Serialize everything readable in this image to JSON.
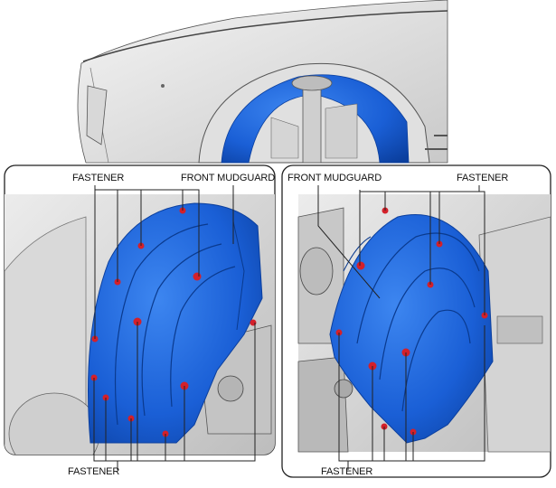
{
  "labels": {
    "left_fastener_top": "FASTENER",
    "left_front_mudguard": "FRONT MUDGUARD",
    "left_fastener_bottom": "FASTENER",
    "right_front_mudguard": "FRONT MUDGUARD",
    "right_fastener_top": "FASTENER",
    "right_fastener_bottom": "FASTENER"
  },
  "colors": {
    "mudguard_blue": "#1a5fd6",
    "mudguard_dark": "#0b3f9e",
    "fastener_red": "#d4202a",
    "line": "#222222",
    "background_gray": "#e6e6e6"
  }
}
